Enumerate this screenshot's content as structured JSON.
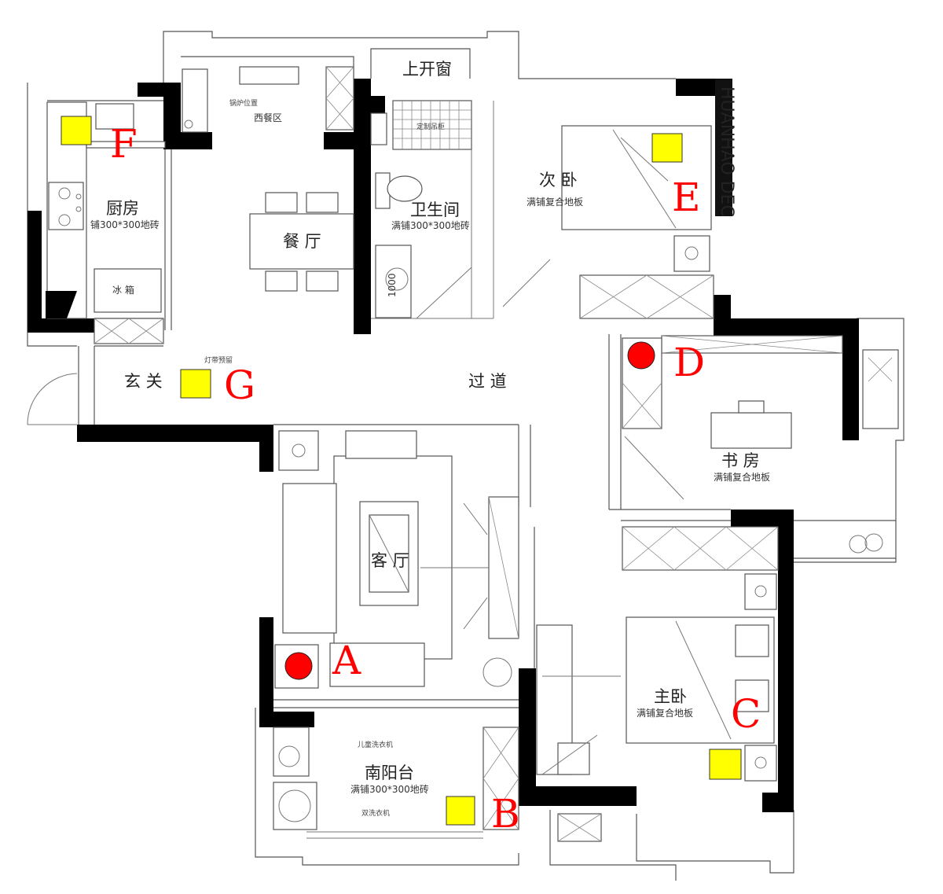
{
  "rooms": {
    "kitchen": {
      "name": "厨房",
      "floor": "铺300*300地砖"
    },
    "dining": {
      "name": "餐 厅"
    },
    "western_dining": {
      "name": "西餐区"
    },
    "boiler_note": "锅炉位置",
    "bathroom": {
      "name": "卫生间",
      "floor": "满铺300*300地砖"
    },
    "custom_cabinet": "定制吊柜",
    "window": "上开窗",
    "second_bedroom": {
      "name": "次 卧",
      "floor": "满铺复合地板"
    },
    "fridge": "冰 箱",
    "entrance": "玄 关",
    "light_note": "灯带预留",
    "corridor": "过 道",
    "study": {
      "name": "书 房",
      "floor": "满铺复合地板"
    },
    "living": {
      "name": "客 厅"
    },
    "master_bedroom": {
      "name": "主卧",
      "floor": "满铺复合地板"
    },
    "balcony": {
      "name": "南阳台",
      "floor": "满铺300*300地砖"
    },
    "kids_washer": "儿童洗衣机",
    "double_washer": "双洗衣机",
    "dimension_1000": "1000"
  },
  "markers": [
    {
      "letter": "F",
      "shape": "square",
      "color": "#ffff00"
    },
    {
      "letter": "E",
      "shape": "square",
      "color": "#ffff00"
    },
    {
      "letter": "G",
      "shape": "square",
      "color": "#ffff00"
    },
    {
      "letter": "D",
      "shape": "circle",
      "color": "#ff0000"
    },
    {
      "letter": "A",
      "shape": "circle",
      "color": "#ff0000"
    },
    {
      "letter": "C",
      "shape": "square",
      "color": "#ffff00"
    },
    {
      "letter": "B",
      "shape": "square",
      "color": "#ffff00"
    }
  ],
  "watermark": "HUANHAO DEC"
}
